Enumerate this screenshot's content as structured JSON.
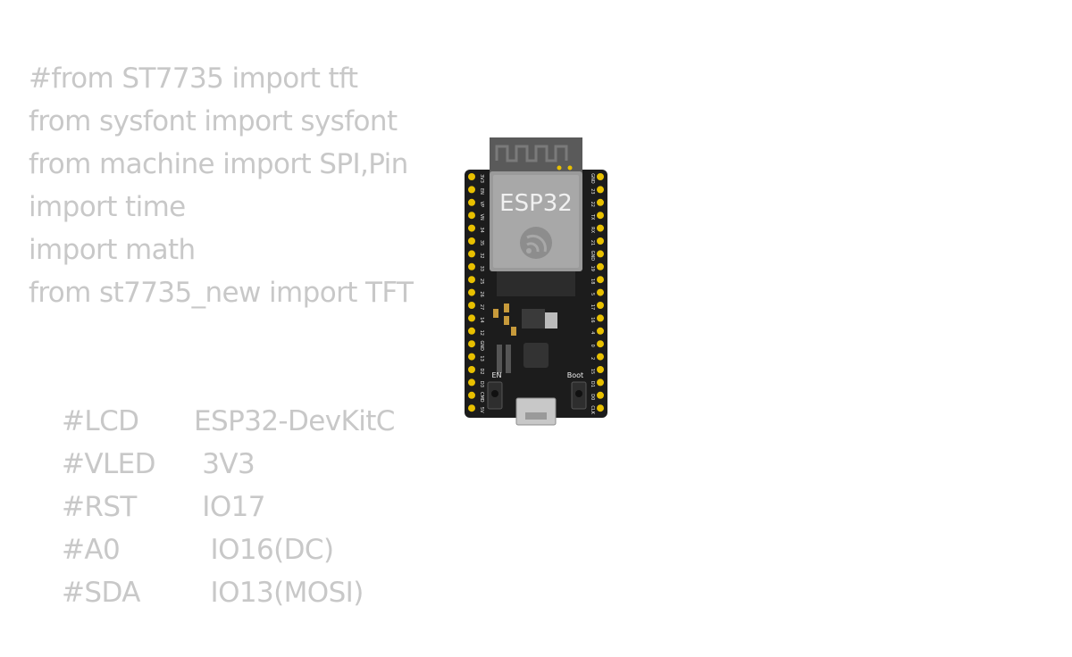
{
  "code_lines": [
    "#from ST7735 import tft",
    "from sysfont import sysfont",
    "from machine import SPI,Pin",
    "import time",
    "import math",
    "from st7735_new import TFT",
    ""
  ],
  "pin_table": [
    {
      "lcd": "#LCD",
      "esp": "ESP32-DevKitC"
    },
    {
      "lcd": "#VLED",
      "esp": " 3V3"
    },
    {
      "lcd": "#RST",
      "esp": " IO17"
    },
    {
      "lcd": "#A0",
      "esp": "  IO16(DC)"
    },
    {
      "lcd": "#SDA",
      "esp": "  IO13(MOSI)"
    }
  ],
  "board": {
    "module_label": "ESP32",
    "logo_icon": "espressif-logo-icon",
    "en_label": "EN",
    "boot_label": "Boot",
    "left_pins": [
      "3V3",
      "EN",
      "VP",
      "VN",
      "34",
      "35",
      "32",
      "33",
      "25",
      "26",
      "27",
      "14",
      "12",
      "GND",
      "13",
      "D2",
      "D3",
      "CMD",
      "5V"
    ],
    "right_pins": [
      "GND",
      "23",
      "22",
      "TX",
      "RX",
      "21",
      "GND",
      "19",
      "18",
      "5",
      "17",
      "16",
      "4",
      "0",
      "2",
      "15",
      "D1",
      "D0",
      "CLK"
    ],
    "colors": {
      "pcb": "#1c1c1c",
      "pin": "#e8c000",
      "module": "#9a9a9a",
      "shield": "#a8a8a8",
      "text": "#f0f0f0"
    }
  }
}
